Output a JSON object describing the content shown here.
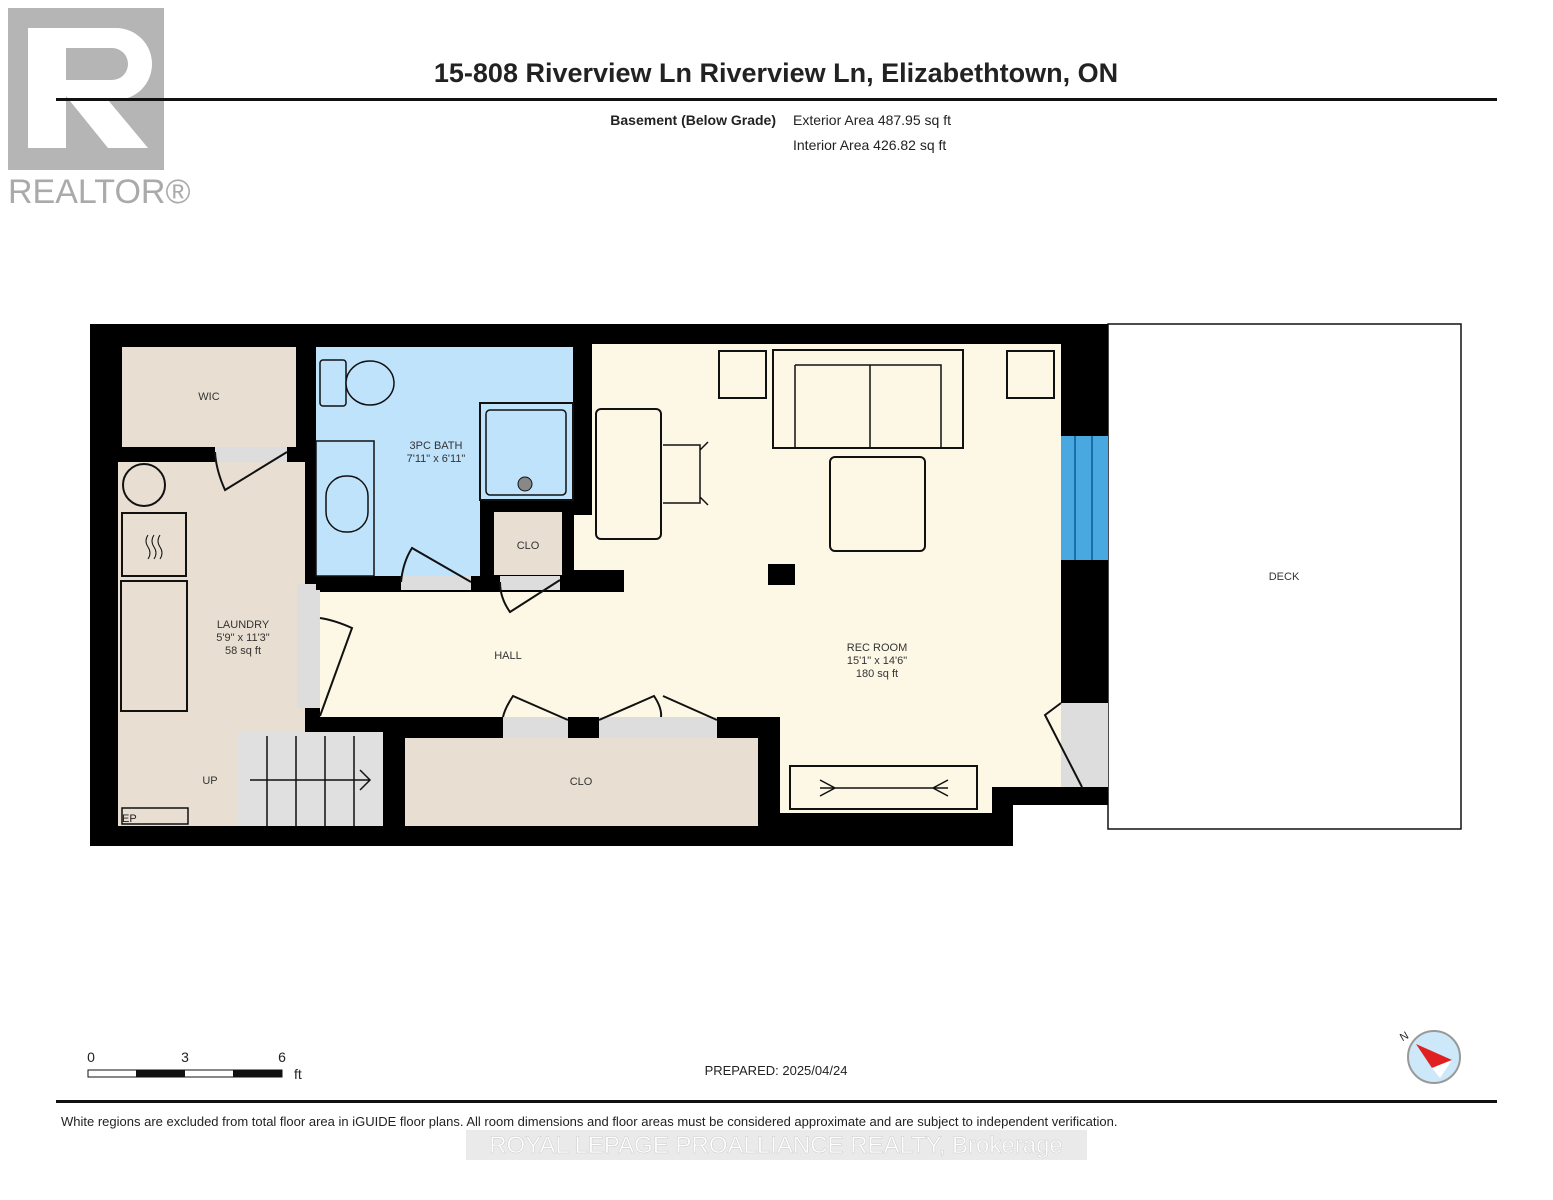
{
  "header": {
    "title": "15-808 Riverview Ln Riverview Ln, Elizabethtown, ON",
    "level": "Basement (Below Grade)",
    "exterior_area": "Exterior Area 487.95 sq ft",
    "interior_area": "Interior Area 426.82 sq ft",
    "logo_text": "REALTOR®"
  },
  "rooms": {
    "wic": "WIC",
    "bath_name": "3PC BATH",
    "bath_dims": "7'11\" x 6'11\"",
    "clo_small": "CLO",
    "laundry_name": "LAUNDRY",
    "laundry_dims": "5'9\" x 11'3\"",
    "laundry_area": "58 sq ft",
    "hall": "HALL",
    "rec_name": "REC ROOM",
    "rec_dims": "15'1\" x 14'6\"",
    "rec_area": "180 sq ft",
    "up": "UP",
    "ep": "EP",
    "clo_large": "CLO",
    "deck": "DECK"
  },
  "scale": {
    "t0": "0",
    "t3": "3",
    "t6": "6",
    "unit": "ft"
  },
  "prepared": "PREPARED: 2025/04/24",
  "compass_label": "N",
  "disclaimer": "White regions are excluded from total floor area in iGUIDE floor plans. All room dimensions and floor areas must be considered approximate and are subject to independent verification.",
  "brokerage": "ROYAL LEPAGE PROALLIANCE REALTY, Brokerage",
  "colors": {
    "wall": "#000000",
    "beige": "#e8dfd2",
    "bath": "#bfe3fa",
    "living": "#fdf8e6",
    "window": "#4aa8e0",
    "compass_red": "#e02020"
  }
}
